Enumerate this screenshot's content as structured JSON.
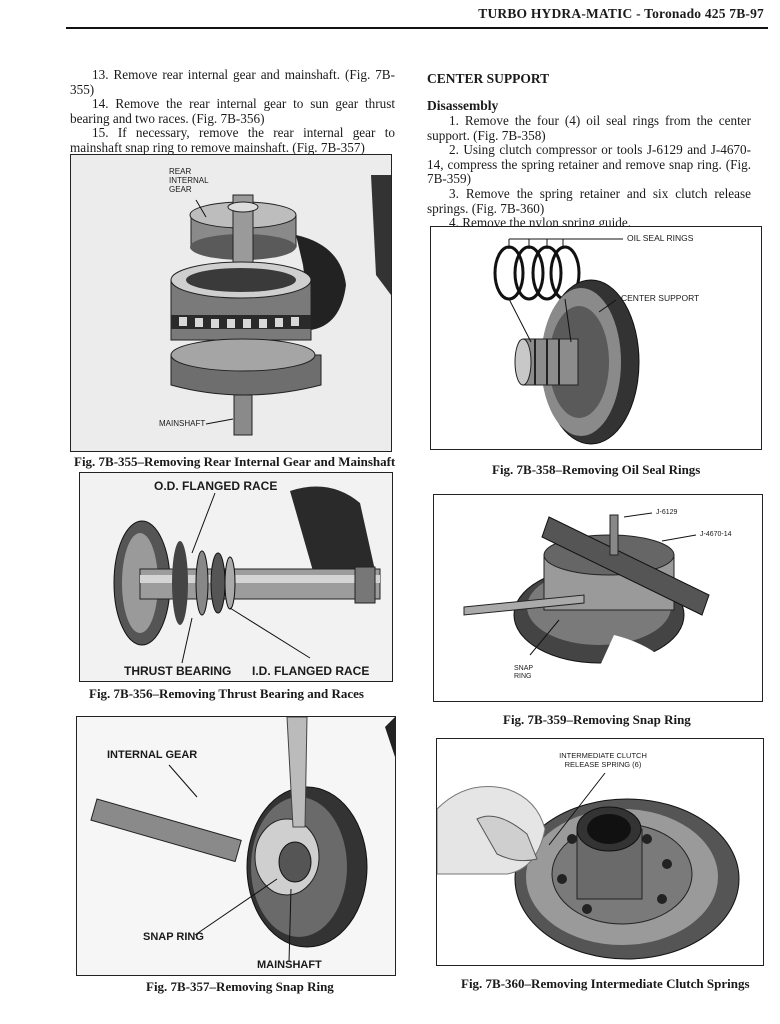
{
  "header": {
    "title": "TURBO HYDRA-MATIC - Toronado 425   7B-97"
  },
  "left_text": [
    "13. Remove rear internal gear and mainshaft. (Fig. 7B-355)",
    "14. Remove the rear internal gear to sun gear thrust bearing and two races. (Fig. 7B-356)",
    "15. If necessary, remove the rear internal gear to mainshaft snap ring to remove mainshaft. (Fig. 7B-357)"
  ],
  "section_title": "CENTER SUPPORT",
  "subsection_title": "Disassembly",
  "right_text": [
    "1. Remove the four (4) oil seal rings from the center support. (Fig. 7B-358)",
    "2. Using clutch compressor or tools J-6129 and J-4670-14, compress the spring retainer and remove snap ring. (Fig. 7B-359)",
    "3. Remove the spring retainer and six clutch release springs. (Fig. 7B-360)",
    "4. Remove the nylon spring guide."
  ],
  "figures": {
    "f355": {
      "caption": "Fig. 7B-355–Removing Rear Internal Gear and Mainshaft",
      "labels": {
        "gear_1": "REAR",
        "gear_2": "INTERNAL",
        "gear_3": "GEAR",
        "shaft": "MAINSHAFT"
      }
    },
    "f356": {
      "caption": "Fig. 7B-356–Removing Thrust Bearing and Races",
      "labels": {
        "od": "O.D. FLANGED RACE",
        "thrust": "THRUST BEARING",
        "id": "I.D. FLANGED RACE"
      }
    },
    "f357": {
      "caption": "Fig. 7B-357–Removing Snap Ring",
      "labels": {
        "gear": "INTERNAL GEAR",
        "snap": "SNAP RING",
        "shaft": "MAINSHAFT"
      }
    },
    "f358": {
      "caption": "Fig. 7B-358–Removing Oil Seal Rings",
      "labels": {
        "rings": "OIL SEAL RINGS",
        "support": "CENTER SUPPORT"
      }
    },
    "f359": {
      "caption": "Fig. 7B-359–Removing Snap Ring",
      "labels": {
        "tool1": "J-6129",
        "tool2": "J-4670-14",
        "snap_1": "SNAP",
        "snap_2": "RING"
      }
    },
    "f360": {
      "caption": "Fig. 7B-360–Removing Intermediate Clutch Springs",
      "labels": {
        "l1": "INTERMEDIATE CLUTCH",
        "l2": "RELEASE SPRING (6)"
      }
    }
  }
}
